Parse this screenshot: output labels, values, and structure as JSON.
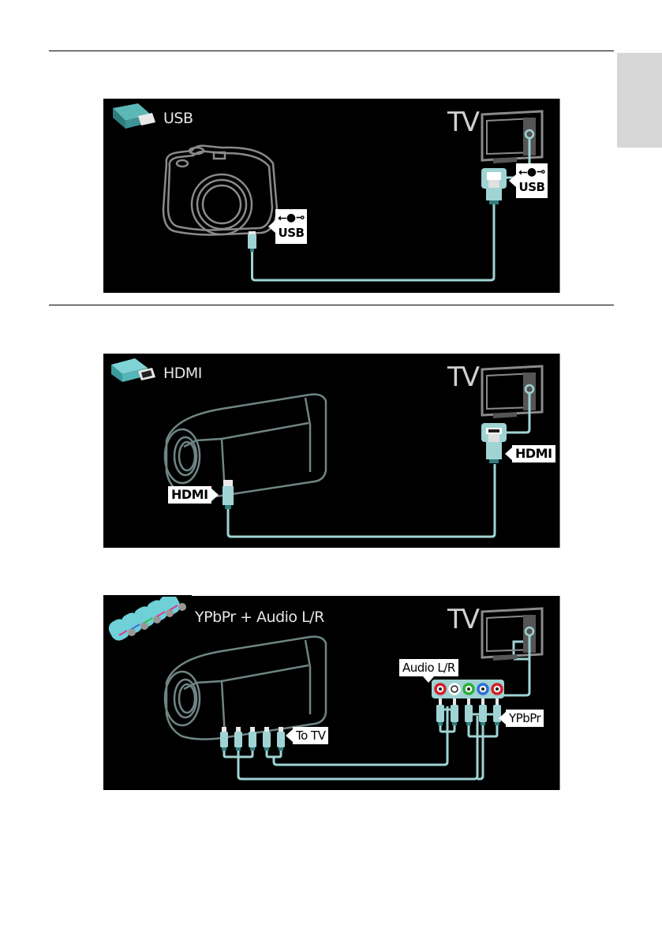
{
  "page": {
    "side_tab_color": "#d7d7d7",
    "cable_color": "#9fd3d4",
    "device_outline_color": "#6f8584"
  },
  "panels": [
    {
      "id": "usb",
      "title": "USB",
      "title_icon": "usb-stick-icon",
      "tv_label": "TV",
      "device": "digital-camera",
      "device_port_label": "USB",
      "tv_port_label": "USB",
      "port_symbol": "⭠⚬"
    },
    {
      "id": "hdmi",
      "title": "HDMI",
      "title_icon": "hdmi-plug-icon",
      "tv_label": "TV",
      "device": "camcorder",
      "device_port_label": "HDMI",
      "tv_port_label": "HDMI"
    },
    {
      "id": "ypbpr",
      "title": "YPbPr + Audio L/R",
      "title_icon": "rca-plugs-icon",
      "tv_label": "TV",
      "device": "camcorder",
      "device_port_label": "To TV",
      "tv_audio_label": "Audio L/R",
      "tv_video_label": "YPbPr",
      "jack_colors": [
        "#d4202a",
        "#ffffff",
        "#2fae3a",
        "#2d6fd6",
        "#d4202a"
      ]
    }
  ]
}
